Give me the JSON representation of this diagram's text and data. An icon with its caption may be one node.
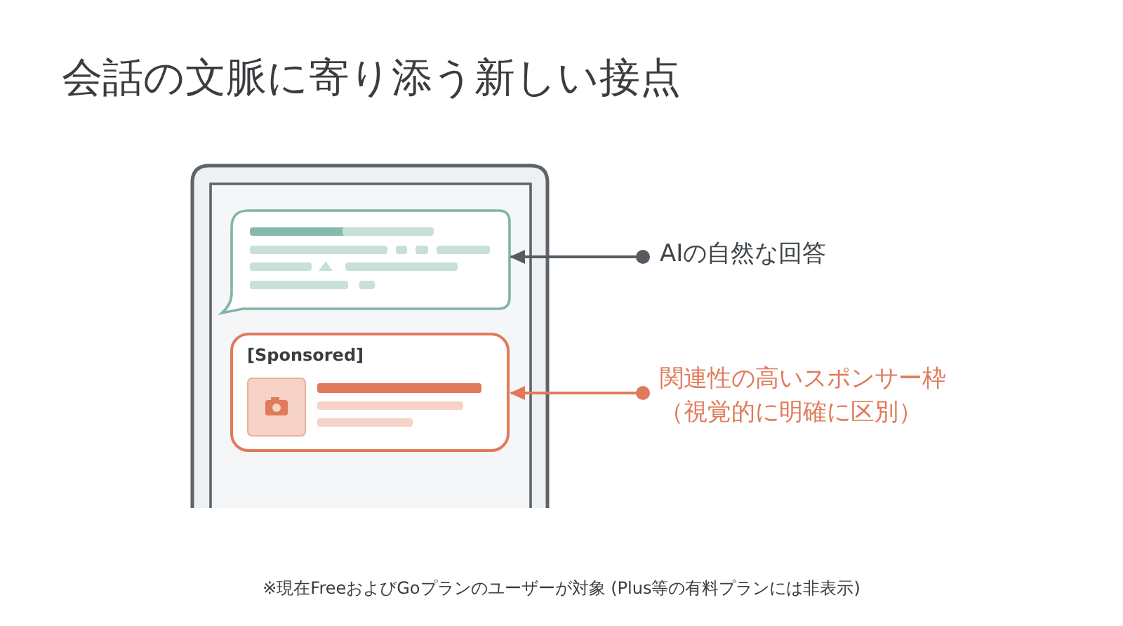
{
  "diagram": {
    "title": "会話の文脈に寄り添う新しい接点",
    "nodes": [
      {
        "text": [],
        "shape": "box"
      },
      {
        "text": [
          "[Sponsored]"
        ]
      },
      {
        "text": [
          "AIの自然な回答"
        ]
      },
      {
        "text": [
          "関連性の高いスポンサー枠（視覚的に明確に区別）"
        ]
      }
    ],
    "edges": [
      {
        "from": 2,
        "to": 0,
        "arrow": "to"
      },
      {
        "from": 3,
        "to": 1,
        "arrow": "to",
        "color": "#e07a5a"
      }
    ],
    "labels": [
      "※現在FreeおよびGoプランのユーザーが対象 (Plus等の有料プランには非表示)"
    ]
  }
}
